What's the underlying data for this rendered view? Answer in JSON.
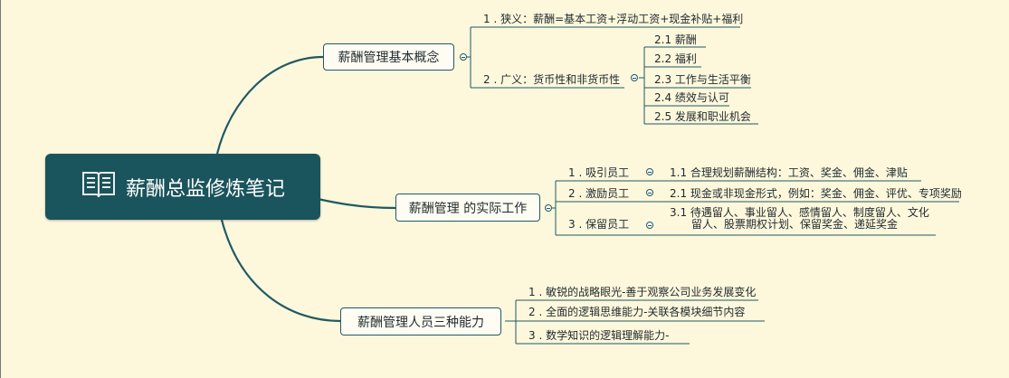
{
  "root": {
    "title": "薪酬总监修炼笔记",
    "icon": "book-icon"
  },
  "branches": [
    {
      "label": "薪酬管理基本概念",
      "children": [
        {
          "label": "1 . 狭义：薪酬=基本工资+浮动工资+现金补贴+福利"
        },
        {
          "label": "2 . 广义：货币性和非货币性",
          "children": [
            "2.1 薪酬",
            "2.2 福利",
            "2.3 工作与生活平衡",
            "2.4 绩效与认可",
            "2.5 发展和职业机会"
          ]
        }
      ]
    },
    {
      "label": "薪酬管理 的实际工作",
      "children": [
        {
          "label": "1 . 吸引员工",
          "child": "1.1 合理规划薪酬结构：工资、奖金、佣金、津贴"
        },
        {
          "label": "2 . 激励员工",
          "child": "2.1 现金或非现金形式，例如：奖金、佣金、评优、专项奖励"
        },
        {
          "label": "3 . 保留员工",
          "child_line1": "3.1 待遇留人、事业留人、感情留人、制度留人、文化",
          "child_line2": "留人、股票期权计划、保留奖金、递延奖金"
        }
      ]
    },
    {
      "label": "薪酬管理人员三种能力",
      "children": [
        {
          "label": "1 . 敏锐的战略眼光-善于观察公司业务发展变化"
        },
        {
          "label": "2 . 全面的逻辑思维能力-关联各模块细节内容"
        },
        {
          "label": "3 . 数学知识的逻辑理解能力-"
        }
      ]
    }
  ],
  "colors": {
    "background": "#fdf7dc",
    "root": "#1a545c",
    "line": "#1f5a63"
  }
}
